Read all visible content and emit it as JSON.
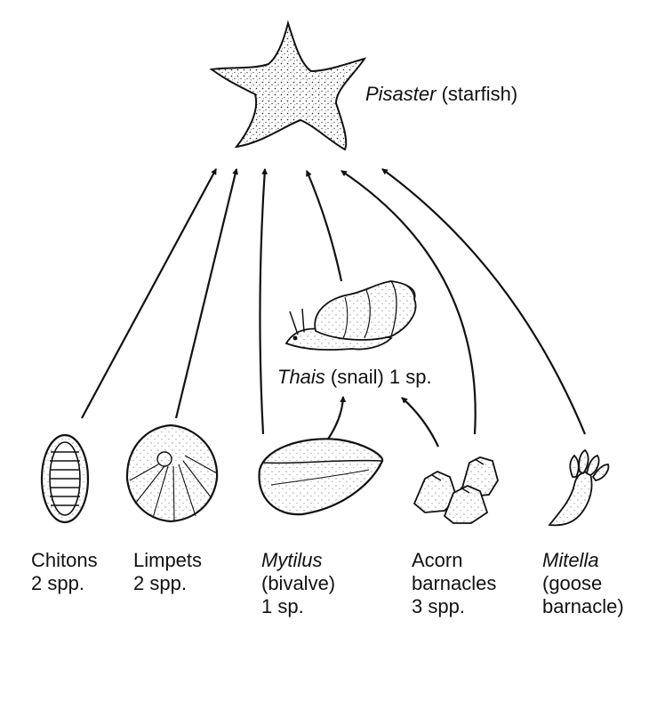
{
  "apex": {
    "name": "Pisaster",
    "rest": " (starfish)",
    "icon": "starfish-icon"
  },
  "snail": {
    "name": "Thais",
    "rest": " (snail) 1 sp.",
    "icon": "snail-icon"
  },
  "prey": [
    {
      "id": "chitons",
      "icon": "chiton-icon",
      "lines": [
        {
          "text": "Chitons",
          "italic": false
        },
        {
          "text": "2 spp.",
          "italic": false
        }
      ]
    },
    {
      "id": "limpets",
      "icon": "limpet-icon",
      "lines": [
        {
          "text": "Limpets",
          "italic": false
        },
        {
          "text": "2 spp.",
          "italic": false
        }
      ]
    },
    {
      "id": "mytilus",
      "icon": "mussel-icon",
      "lines": [
        {
          "text": "Mytilus",
          "italic": true
        },
        {
          "text": "(bivalve)",
          "italic": false
        },
        {
          "text": "1 sp.",
          "italic": false
        }
      ]
    },
    {
      "id": "acorn-barnacles",
      "icon": "acorn-barnacle-icon",
      "lines": [
        {
          "text": "Acorn",
          "italic": false
        },
        {
          "text": "barnacles",
          "italic": false
        },
        {
          "text": "3 spp.",
          "italic": false
        }
      ]
    },
    {
      "id": "mitella",
      "icon": "goose-barnacle-icon",
      "lines": [
        {
          "text": "Mitella",
          "italic": true
        },
        {
          "text": "(goose",
          "italic": false
        },
        {
          "text": "barnacle)",
          "italic": false
        }
      ]
    }
  ],
  "links": [
    {
      "from": "chitons",
      "to": "pisaster"
    },
    {
      "from": "limpets",
      "to": "pisaster"
    },
    {
      "from": "mytilus",
      "to": "pisaster"
    },
    {
      "from": "thais",
      "to": "pisaster"
    },
    {
      "from": "acorn-barnacles",
      "to": "pisaster"
    },
    {
      "from": "mitella",
      "to": "pisaster"
    },
    {
      "from": "mytilus",
      "to": "thais"
    },
    {
      "from": "acorn-barnacles",
      "to": "thais"
    }
  ],
  "colors": {
    "ink": "#111111",
    "background": "#ffffff"
  }
}
